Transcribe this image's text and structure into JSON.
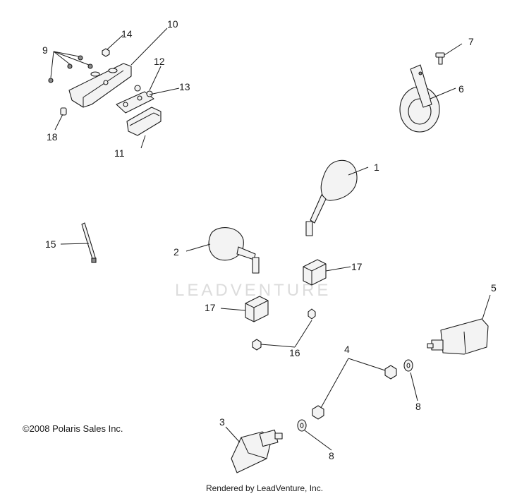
{
  "callouts": {
    "c1": "1",
    "c2": "2",
    "c3": "3",
    "c4": "4",
    "c5": "5",
    "c6": "6",
    "c7": "7",
    "c8a": "8",
    "c8b": "8",
    "c9": "9",
    "c10": "10",
    "c11": "11",
    "c12": "12",
    "c13": "13",
    "c14": "14",
    "c15": "15",
    "c16": "16",
    "c17a": "17",
    "c17b": "17",
    "c18": "18"
  },
  "copyright": "©2008 Polaris Sales Inc.",
  "watermark": "LEADVENTURE",
  "footer": "Rendered by LeadVenture, Inc."
}
